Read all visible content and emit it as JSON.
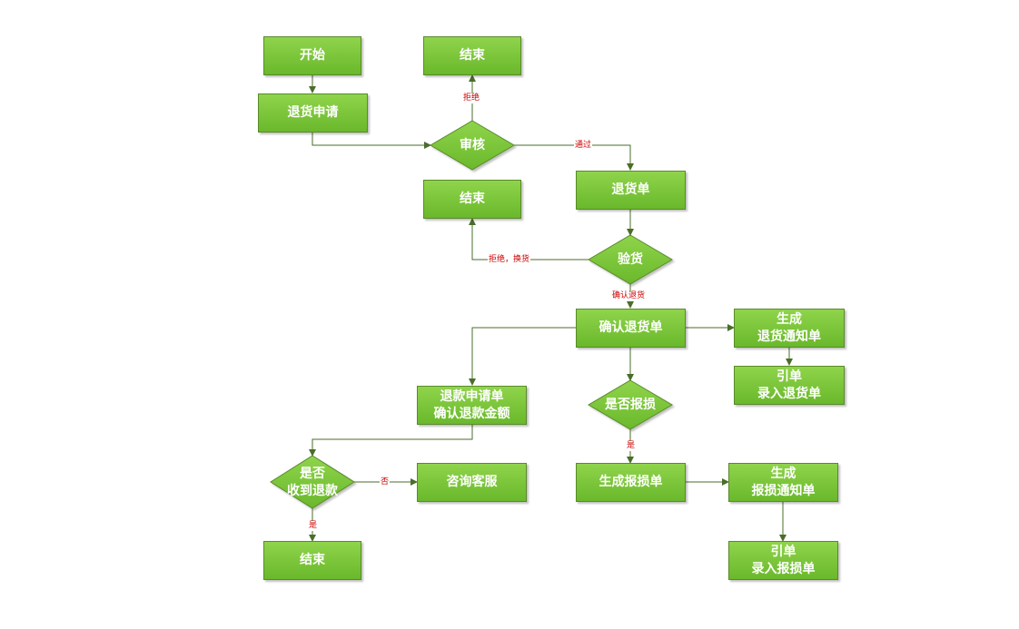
{
  "nodes": {
    "start": "开始",
    "end_reject": "结束",
    "apply": "退货申请",
    "review": "审核",
    "return_order": "退货单",
    "end_exchange": "结束",
    "inspect": "验货",
    "confirm_return": "确认退货单",
    "gen_return_notice": "生成\n退货通知单",
    "ref_return": "引单\n录入退货单",
    "refund_apply": "退款申请单\n确认退款金额",
    "loss_check": "是否报损",
    "received_check": "是否\n收到退款",
    "customer_service": "咨询客服",
    "gen_loss": "生成报损单",
    "gen_loss_notice": "生成\n报损通知单",
    "end_refund": "结束",
    "ref_loss": "引单\n录入报损单"
  },
  "edge_labels": {
    "reject": "拒绝",
    "pass": "通过",
    "reject_exchange": "拒绝，换货",
    "confirm_return": "确认退货",
    "yes_loss": "是",
    "no_refund": "否",
    "yes_refund": "是"
  },
  "colors": {
    "node_fill_top": "#8fd44b",
    "node_fill_bottom": "#6ab82c",
    "node_border": "#5a8a2a",
    "connector": "#4a6e2a",
    "edge_label": "#cc0000"
  }
}
